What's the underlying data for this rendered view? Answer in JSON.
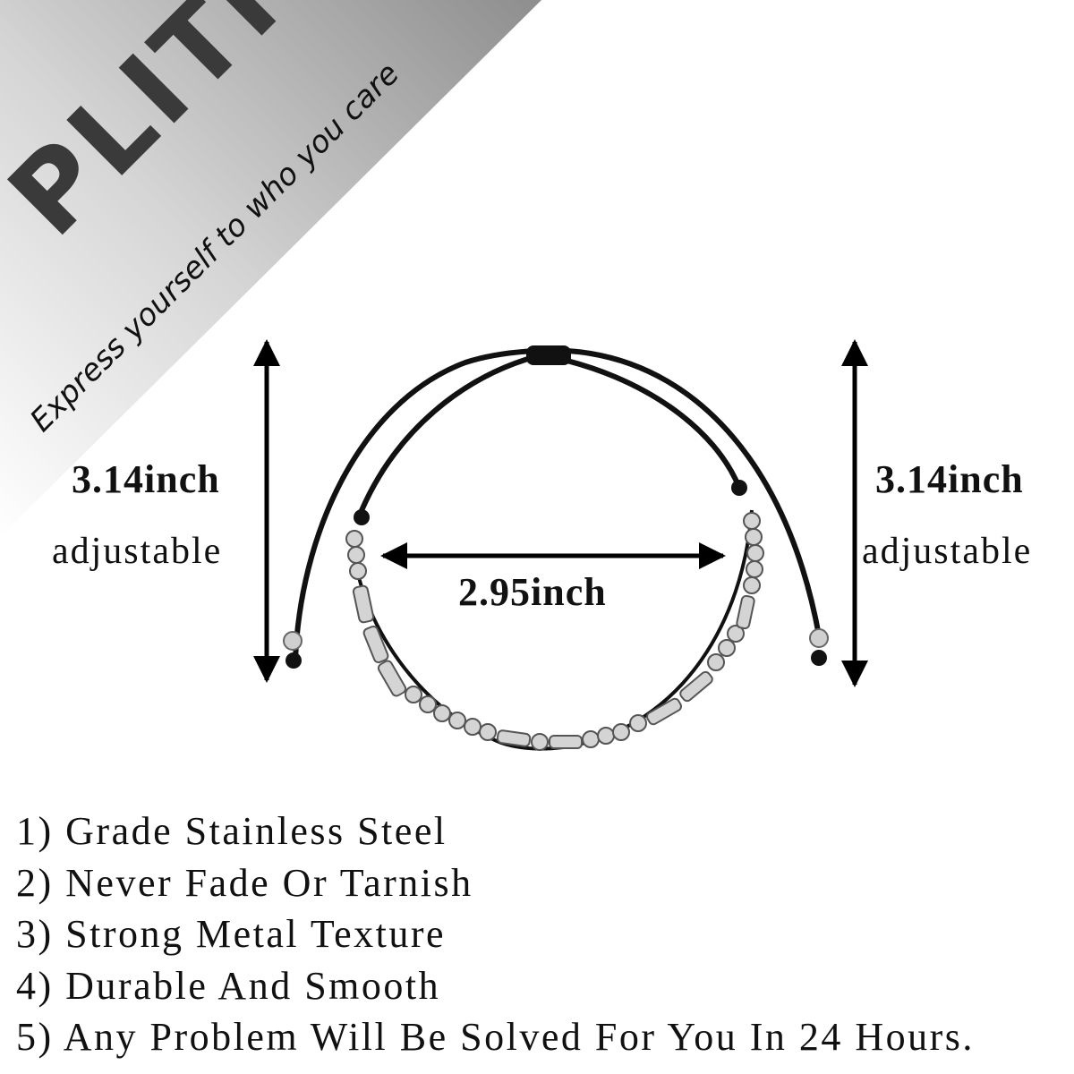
{
  "brand": {
    "name": "PLITI",
    "tagline": "Express yourself to who you care",
    "banner_color_dark": "#9a9a9a",
    "banner_color_light": "#ffffff",
    "brand_text_color": "#3a3a3a"
  },
  "dimensions": {
    "left_height": "3.14inch",
    "left_note": "adjustable",
    "right_height": "3.14inch",
    "right_note": "adjustable",
    "width": "2.95inch"
  },
  "product": {
    "image": "bracelet-icon",
    "cord_color": "#111111",
    "bead_color": "#c8c8c8"
  },
  "features": [
    "1) Grade Stainless Steel",
    "2) Never Fade Or Tarnish",
    "3) Strong Metal Texture",
    "4) Durable And Smooth",
    "5) Any Problem Will Be Solved For You In 24 Hours."
  ]
}
